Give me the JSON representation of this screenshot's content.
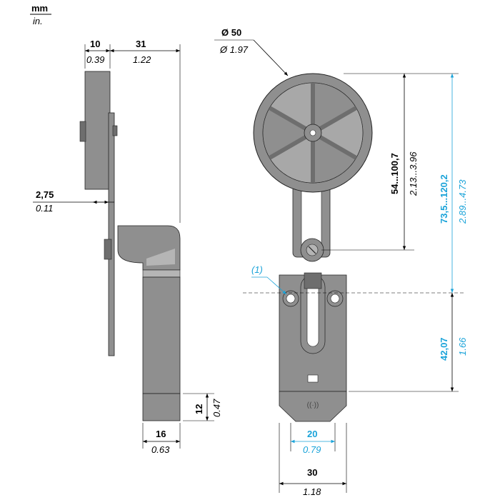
{
  "units": {
    "mm": "mm",
    "in": "in."
  },
  "colors": {
    "body": "#8f8f8f",
    "body_dark": "#6e6e6e",
    "body_light": "#b5b5b5",
    "blue": "#1aa3d9",
    "line": "#000000"
  },
  "side_view": {
    "dim_top_a": {
      "mm": "10",
      "in": "0.39"
    },
    "dim_top_b": {
      "mm": "31",
      "in": "1.22"
    },
    "dim_plate": {
      "mm": "2,75",
      "in": "0.11"
    },
    "dim_bottom_h": {
      "mm": "12",
      "in": "0.47"
    },
    "dim_bottom_w": {
      "mm": "16",
      "in": "0.63"
    }
  },
  "front_view": {
    "roller_diameter": {
      "mm": "Ø 50",
      "in": "Ø 1.97"
    },
    "dim_arm": {
      "mm": "54...100,7",
      "in": "2.13...3.96"
    },
    "dim_total": {
      "mm": "73,5...120,2",
      "in": "2.89...4.73"
    },
    "dim_body": {
      "mm": "42,07",
      "in": "1.66"
    },
    "dim_holes": {
      "mm": "20",
      "in": "0.79"
    },
    "dim_width": {
      "mm": "30",
      "in": "1.18"
    },
    "callout": "(1)"
  }
}
